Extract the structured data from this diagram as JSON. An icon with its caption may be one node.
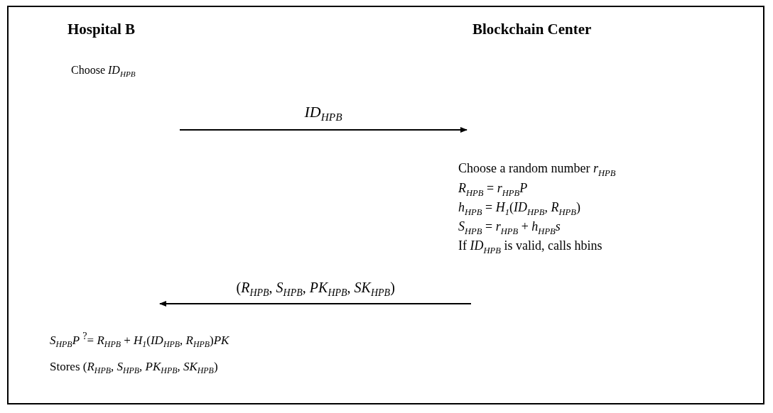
{
  "diagram": {
    "nodes": [
      {
        "text": [
          "Hospital B",
          "Choose *ID*$_{HPB}$",
          "*S*$_{HPB}$*P* $^{?}$= *R*$_{HPB}$ + *H*$_{1}$(*ID*$_{HPB}$, *R*$_{HPB}$)*PK*",
          "Stores (*R*$_{HPB}$, *S*$_{HPB}$, *PK*$_{HPB}$, *SK*$_{HPB}$)"
        ]
      },
      {
        "text": [
          "Blockchain Center",
          "Choose a random number *r*$_{HPB}$",
          "*R*$_{HPB}$ = *r*$_{HPB}$*P*",
          "*h*$_{HPB}$ = *H*$_{1}$(*ID*$_{HPB}$, *R*$_{HPB}$)",
          "*S*$_{HPB}$ = *r*$_{HPB}$ + *h*$_{HPB}$*s*",
          "If *ID*$_{HPB}$ is valid, calls hbins"
        ]
      }
    ],
    "edges": [
      {
        "from": 0,
        "to": 1,
        "arrow": "to",
        "label": "*ID*$_{HPB}$"
      },
      {
        "from": 1,
        "to": 0,
        "arrow": "to",
        "label": "(*R*$_{HPB}$, *S*$_{HPB}$, *PK*$_{HPB}$, *SK*$_{HPB}$)"
      }
    ]
  }
}
